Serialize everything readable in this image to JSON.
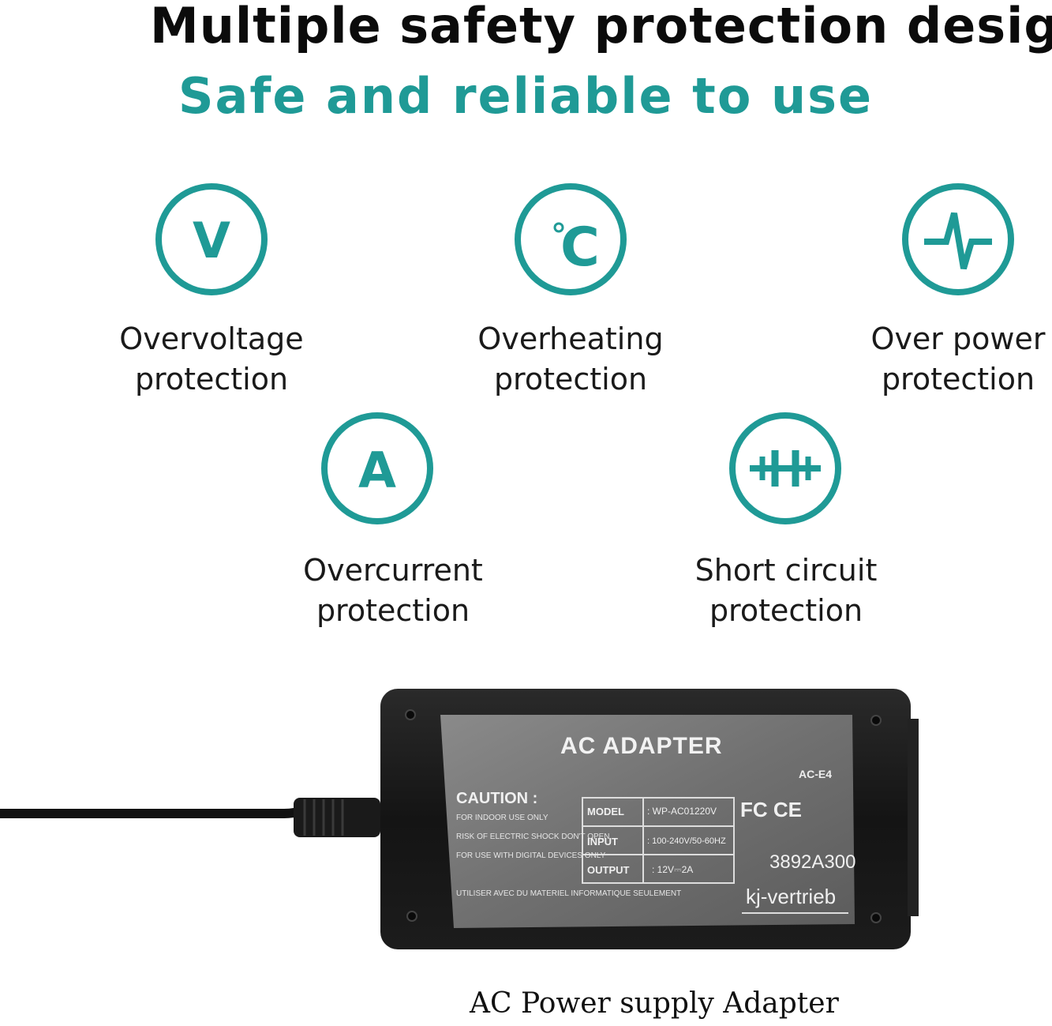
{
  "header": {
    "title": "Multiple safety protection design",
    "subtitle": "Safe and reliable to use"
  },
  "colors": {
    "accent": "#1f9a96",
    "text": "#0b0b0b"
  },
  "features": [
    {
      "icon": "voltage-icon",
      "glyph": "V",
      "line1": "Overvoltage",
      "line2": "protection"
    },
    {
      "icon": "temperature-icon",
      "glyph": "°C",
      "line1": "Overheating",
      "line2": "protection"
    },
    {
      "icon": "pulse-icon",
      "glyph": "",
      "line1": "Over power",
      "line2": "protection"
    },
    {
      "icon": "current-icon",
      "glyph": "A",
      "line1": "Overcurrent",
      "line2": "protection"
    },
    {
      "icon": "short-circuit-icon",
      "glyph": "",
      "line1": "Short circuit",
      "line2": "protection"
    }
  ],
  "adapter": {
    "label_title": "AC ADAPTER",
    "model_code": "AC-E4",
    "caution_title": "CAUTION :",
    "caution_lines": [
      "FOR INDOOR USE ONLY",
      "RISK OF ELECTRIC SHOCK DON'T OPEN",
      "FOR USE WITH DIGITAL DEVICES ONLY"
    ],
    "caution_footer": "UTILISER AVEC DU MATERIEL INFORMATIQUE SEULEMENT",
    "spec_rows": [
      {
        "key": "MODEL",
        "value": ": WP-AC01220V"
      },
      {
        "key": "INPUT",
        "value": ": 100-240V/50-60HZ"
      },
      {
        "key": "OUTPUT",
        "value": ": 12V⎓2A"
      }
    ],
    "serial": "3892A300",
    "brand": "kj-vertrieb",
    "cert_marks": "FC CE"
  },
  "caption": "AC Power supply Adapter"
}
